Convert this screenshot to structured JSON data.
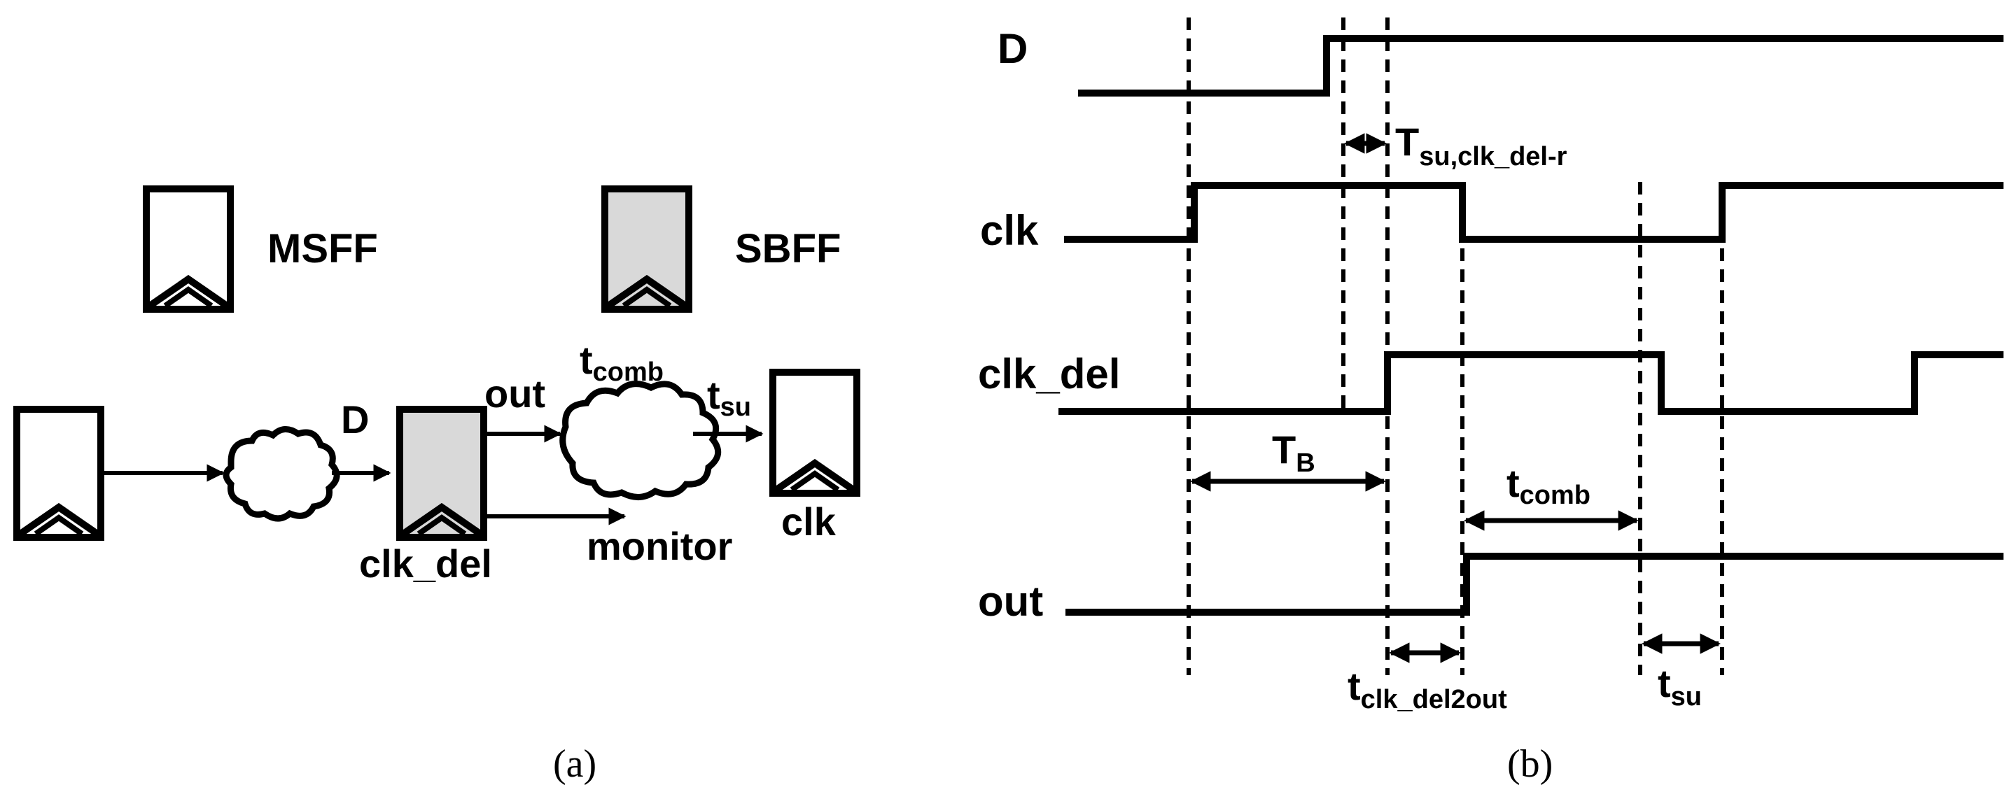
{
  "panel_a": {
    "legend": {
      "msff": "MSFF",
      "sbff": "SBFF"
    },
    "signals": {
      "d": "D",
      "out": "out",
      "monitor": "monitor",
      "clk_del": "clk_del",
      "clk": "clk",
      "t_comb": {
        "base": "t",
        "sub": "comb"
      },
      "t_su": {
        "base": "t",
        "sub": "su"
      }
    },
    "caption": "(a)"
  },
  "panel_b": {
    "signal_names": [
      "D",
      "clk",
      "clk_del",
      "out"
    ],
    "annotations": {
      "tsu_clk_del_r": {
        "base": "T",
        "sub": "su,clk_del-r"
      },
      "tb": {
        "base": "T",
        "sub": "B"
      },
      "tcomb": {
        "base": "t",
        "sub": "comb"
      },
      "tclk_del2out": {
        "base": "t",
        "sub": "clk_del2out"
      },
      "tsu": {
        "base": "t",
        "sub": "su"
      }
    },
    "caption": "(b)"
  },
  "colors": {
    "line": "#000000",
    "sbff_fill": "#d9d9d9",
    "background": "#ffffff"
  }
}
